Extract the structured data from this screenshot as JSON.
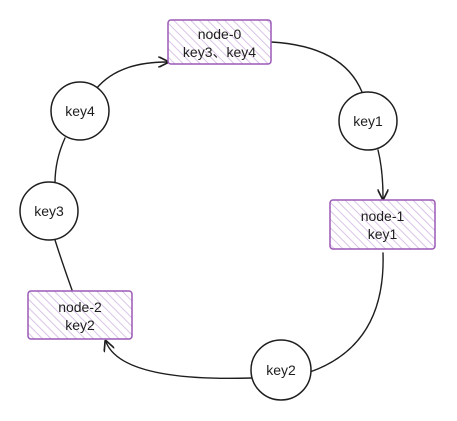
{
  "diagram": {
    "nodes": [
      {
        "id": "node-0",
        "line1": "node-0",
        "line2": "key3、key4"
      },
      {
        "id": "node-1",
        "line1": "node-1",
        "line2": "key1"
      },
      {
        "id": "node-2",
        "line1": "node-2",
        "line2": "key2"
      }
    ],
    "keys": [
      {
        "id": "key1",
        "label": "key1"
      },
      {
        "id": "key2",
        "label": "key2"
      },
      {
        "id": "key3",
        "label": "key3"
      },
      {
        "id": "key4",
        "label": "key4"
      }
    ],
    "edges": [
      {
        "from": "key4",
        "to": "node-0",
        "arrow": true
      },
      {
        "from": "node-0",
        "to": "key1",
        "arrow": false
      },
      {
        "from": "key1",
        "to": "node-1",
        "arrow": true
      },
      {
        "from": "node-1",
        "to": "key2",
        "arrow": false
      },
      {
        "from": "key2",
        "to": "node-2",
        "arrow": true
      },
      {
        "from": "node-2",
        "to": "key3",
        "arrow": false
      },
      {
        "from": "key3",
        "to": "key4",
        "arrow": false
      }
    ],
    "colors": {
      "node_stroke": "#9b59b6",
      "node_hatch": "#d9c4e8",
      "stroke": "#1e1e1e",
      "text": "#1e1e1e"
    }
  }
}
